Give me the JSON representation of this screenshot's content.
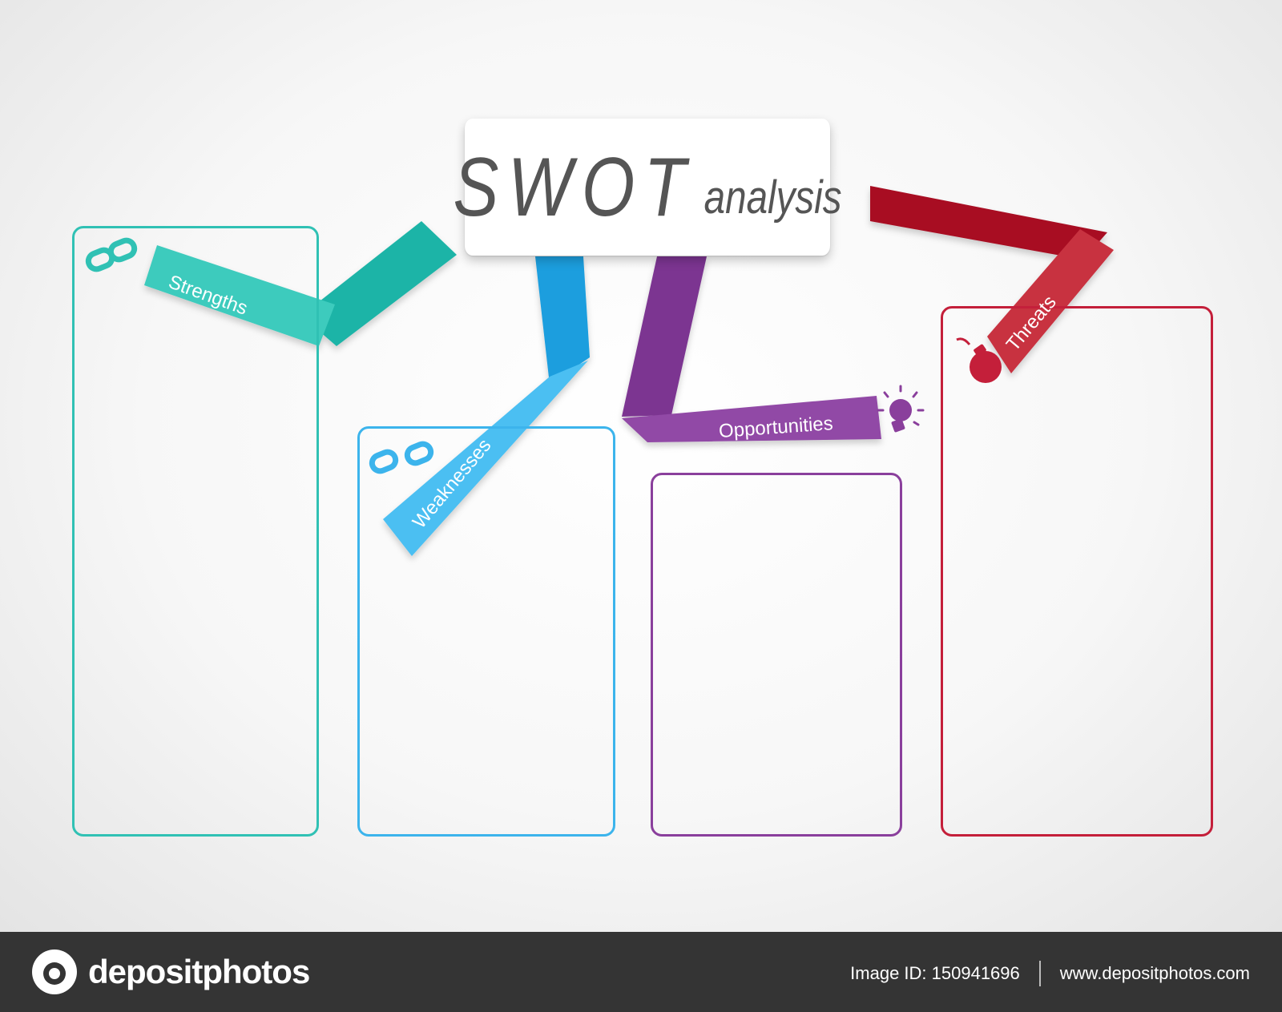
{
  "title": {
    "main": "SWOT",
    "sub": "analysis"
  },
  "colors": {
    "strengths": "#30c1b4",
    "weaknesses": "#3cb4ec",
    "opportunities": "#8a3f9c",
    "threats": "#c41f3a",
    "text": "#555555"
  },
  "sections": [
    {
      "key": "strengths",
      "label": "Strengths",
      "icon": "chain-link-icon"
    },
    {
      "key": "weaknesses",
      "label": "Weaknesses",
      "icon": "broken-chain-icon"
    },
    {
      "key": "opportunities",
      "label": "Opportunities",
      "icon": "lightbulb-icon"
    },
    {
      "key": "threats",
      "label": "Threats",
      "icon": "bomb-icon"
    }
  ],
  "watermark": {
    "brand": "depositphotos",
    "image_id": "Image ID: 150941696",
    "site": "www.depositphotos.com"
  }
}
